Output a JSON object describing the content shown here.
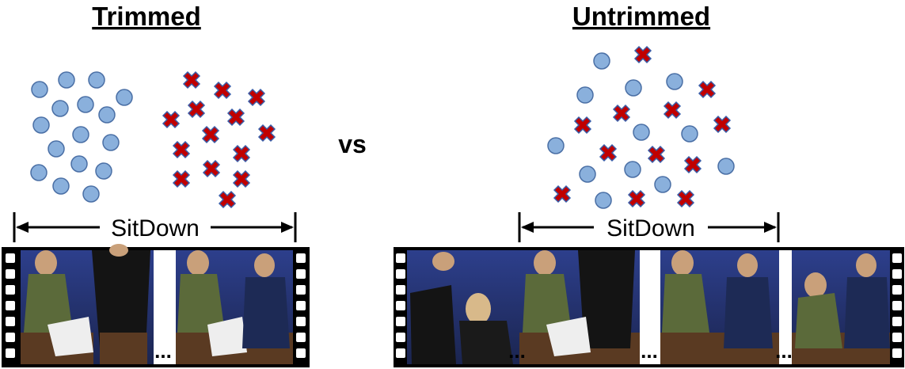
{
  "titles": {
    "trimmed": "Trimmed",
    "untrimmed": "Untrimmed"
  },
  "vs_label": "vs",
  "action_label": "SitDown",
  "ellipsis": "...",
  "colors": {
    "circle_fill": "#8ab0dc",
    "circle_stroke": "#4a6fa5",
    "cross_fill": "#c00000",
    "cross_stroke": "#3a5da8",
    "film": "#000000",
    "sprocket": "#ffffff"
  },
  "icons": {
    "positive_sample": "circle-icon",
    "negative_sample": "cross-icon"
  }
}
